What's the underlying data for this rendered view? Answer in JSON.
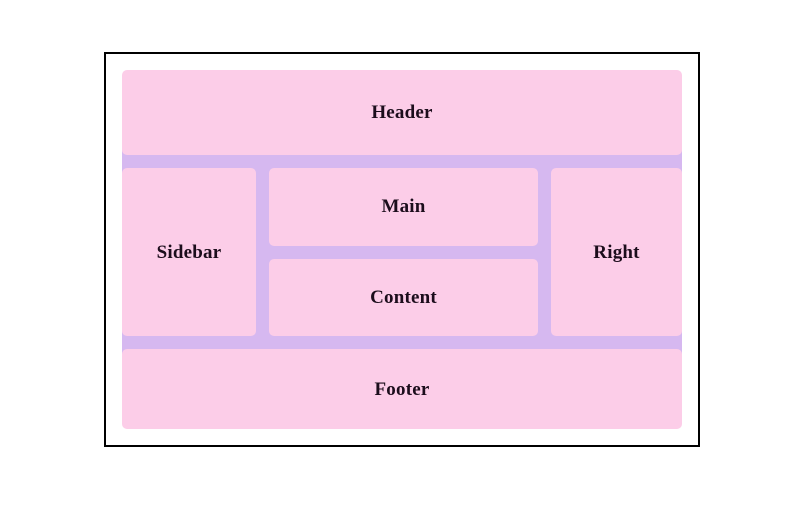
{
  "page": {
    "background_color": "#ffffff",
    "frame_border_color": "#000000",
    "grid_background_color": "#d6b8f0",
    "panel_color": "#fccde8",
    "label_color": "#1c0d1c"
  },
  "grid": {
    "panels": [
      {
        "name": "header",
        "label": "Header"
      },
      {
        "name": "sidebar",
        "label": "Sidebar"
      },
      {
        "name": "main",
        "label": "Main"
      },
      {
        "name": "content",
        "label": "Content"
      },
      {
        "name": "right",
        "label": "Right"
      },
      {
        "name": "footer",
        "label": "Footer"
      }
    ]
  }
}
